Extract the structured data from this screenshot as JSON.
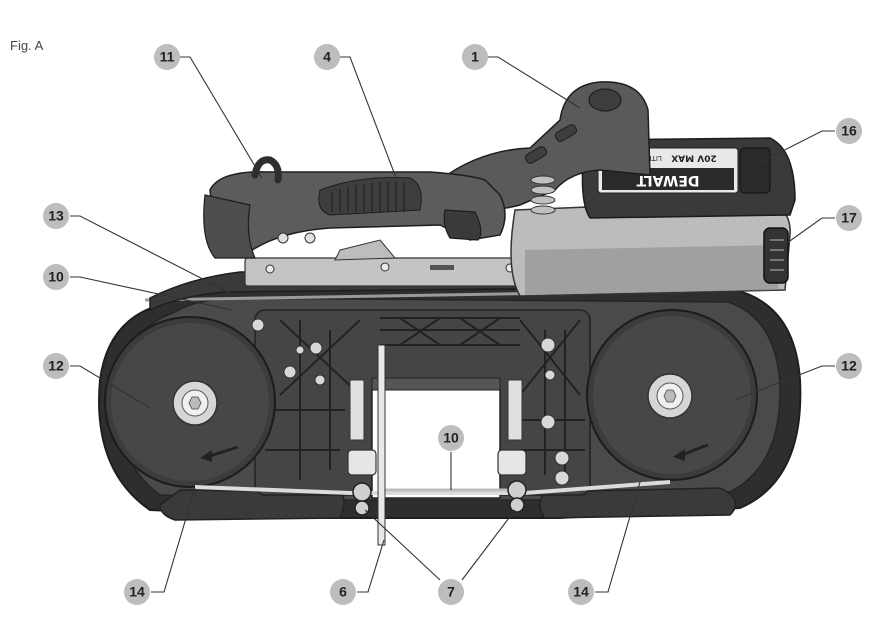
{
  "figure": {
    "label": "Fig. A"
  },
  "colors": {
    "dark": "#3a3a3a",
    "darker": "#2b2b2b",
    "mid": "#5e5e5e",
    "light": "#bdbdbd",
    "lighter": "#d9d9d9",
    "bubble": "#bdbdbd"
  },
  "battery": {
    "brand": "DEWALT",
    "rating": "20V MAX",
    "chem": "LITHIUM ION"
  },
  "callouts": [
    {
      "id": "handle-rear",
      "label": "1"
    },
    {
      "id": "front-handle",
      "label": "4"
    },
    {
      "id": "hook",
      "label": "11"
    },
    {
      "id": "battery-pack",
      "label": "16"
    },
    {
      "id": "release-button",
      "label": "17"
    },
    {
      "id": "guard",
      "label": "13"
    },
    {
      "id": "blade-top",
      "label": "10"
    },
    {
      "id": "wheel-left",
      "label": "12"
    },
    {
      "id": "wheel-right",
      "label": "12"
    },
    {
      "id": "blade-mid",
      "label": "10"
    },
    {
      "id": "tire-left",
      "label": "14"
    },
    {
      "id": "stop",
      "label": "6"
    },
    {
      "id": "guide-rollers",
      "label": "7"
    },
    {
      "id": "tire-right",
      "label": "14"
    }
  ]
}
